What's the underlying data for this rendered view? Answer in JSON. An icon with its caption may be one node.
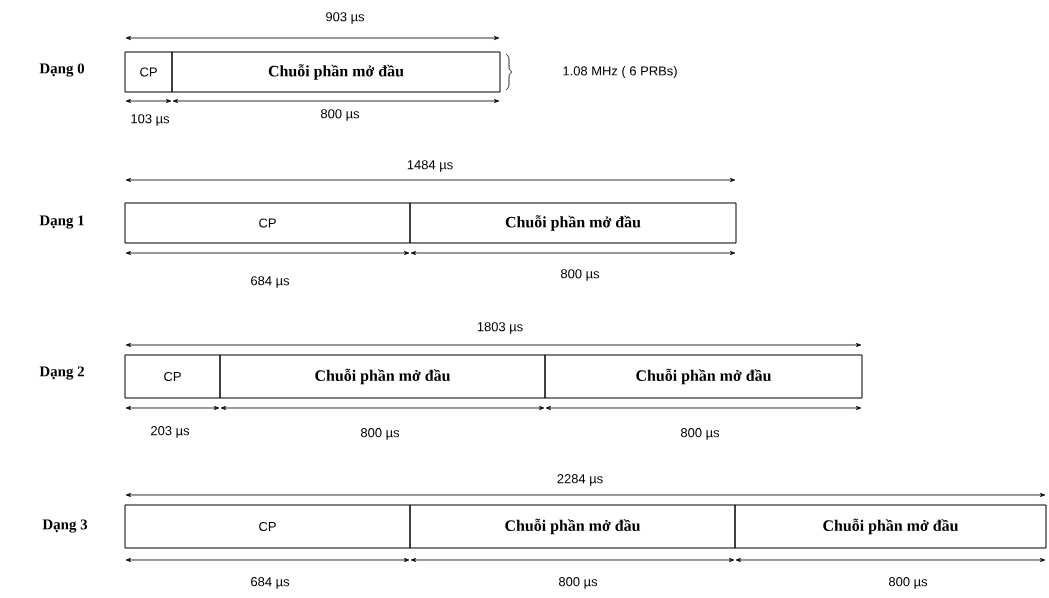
{
  "diagram": {
    "nodes": [
      {
        "text": [
          "CP"
        ]
      },
      {
        "text": [
          "Chuỗi phần mở đầu"
        ]
      },
      {
        "text": [
          "CP"
        ]
      },
      {
        "text": [
          "Chuỗi phần mở đầu"
        ]
      },
      {
        "text": [
          "CP"
        ]
      },
      {
        "text": [
          "Chuỗi phần mở đầu"
        ]
      },
      {
        "text": [
          "Chuỗi phần mở đầu"
        ]
      },
      {
        "text": [
          "CP"
        ]
      },
      {
        "text": [
          "Chuỗi phần mở đầu"
        ]
      },
      {
        "text": [
          "Chuỗi phần mở đầu"
        ]
      }
    ],
    "labels": [
      "903 µs",
      "Dạng 0",
      "1.08 MHz ( 6 PRBs)",
      "103 µs",
      "800 µs",
      "1484 µs",
      "Dạng 1",
      "684 µs",
      "800 µs",
      "1803 µs",
      "Dạng 2",
      "203 µs",
      "800 µs",
      "800 µs",
      "2284 µs",
      "Dạng 3",
      "684 µs",
      "800 µs",
      "800 µs"
    ]
  }
}
